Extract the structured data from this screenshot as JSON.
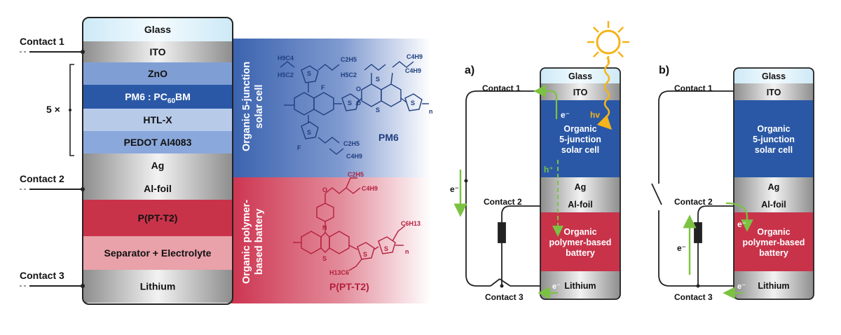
{
  "left_stack": {
    "layers": [
      {
        "label": "Glass",
        "color": "#dff1fa"
      },
      {
        "label": "ITO",
        "color": "#c4c4c4"
      },
      {
        "label": "ZnO",
        "color": "#7f9fd4"
      },
      {
        "label": "PM6 : PC60BM",
        "color": "#2a58a6"
      },
      {
        "label": "HTL-X",
        "color": "#b7cbe9"
      },
      {
        "label": "PEDOT Al4083",
        "color": "#8aa8db"
      },
      {
        "label": "Ag",
        "color": "#d9d9d9"
      },
      {
        "label": "Al-foil",
        "color": "#a9a9a9"
      },
      {
        "label": "P(PT-T2)",
        "color": "#c8334a"
      },
      {
        "label": "Separator + Electrolyte",
        "color": "#e9a1aa"
      },
      {
        "label": "Lithium",
        "color": "#b5b5b5"
      }
    ],
    "pm6_main": "PM6 : PC",
    "pm6_sub": "60",
    "pm6_tail": "BM",
    "repeat_label": "5 ×",
    "contacts": [
      "Contact 1",
      "Contact 2",
      "Contact 3"
    ]
  },
  "middle": {
    "solar_label_1": "Organic 5-junction",
    "solar_label_2": "solar cell",
    "battery_label_1": "Organic polymer-",
    "battery_label_2": "based battery",
    "pm6_name": "PM6",
    "ppt_name": "P(PT-T2)",
    "pm6_groups": [
      "H9C4",
      "H5C2",
      "C2H5",
      "H5C2",
      "C4H9",
      "C4H9",
      "C2H5",
      "C4H9",
      "F",
      "F",
      "S",
      "S",
      "S",
      "S",
      "S",
      "S",
      "O",
      "O",
      "n"
    ],
    "ppt_groups": [
      "C2H5",
      "C4H9",
      "O",
      "N",
      "S",
      "S",
      "S",
      "C6H13",
      "H13C6",
      "n"
    ],
    "solar_color": "#3d63ad",
    "battery_color": "#cf3b55"
  },
  "panel_a": {
    "tag": "a)",
    "layers": [
      "Glass",
      "ITO",
      "Organic",
      "5-junction",
      "solar cell",
      "Ag",
      "Al-foil",
      "Organic",
      "polymer-based",
      "battery",
      "Lithium"
    ],
    "contacts": [
      "Contact 1",
      "Contact 2",
      "Contact 3"
    ],
    "electron": "e⁻",
    "hole": "h⁺",
    "photon": "hv"
  },
  "panel_b": {
    "tag": "b)",
    "layers": [
      "Glass",
      "ITO",
      "Organic",
      "5-junction",
      "solar cell",
      "Ag",
      "Al-foil",
      "Organic",
      "polymer-based",
      "battery",
      "Lithium"
    ],
    "contacts": [
      "Contact 1",
      "Contact 2",
      "Contact 3"
    ],
    "electron": "e⁻"
  },
  "colors": {
    "solar_blue": "#2a58a6",
    "battery_red": "#c8334a",
    "arrow_green": "#7cc242",
    "sun_yellow": "#f4b41a"
  }
}
